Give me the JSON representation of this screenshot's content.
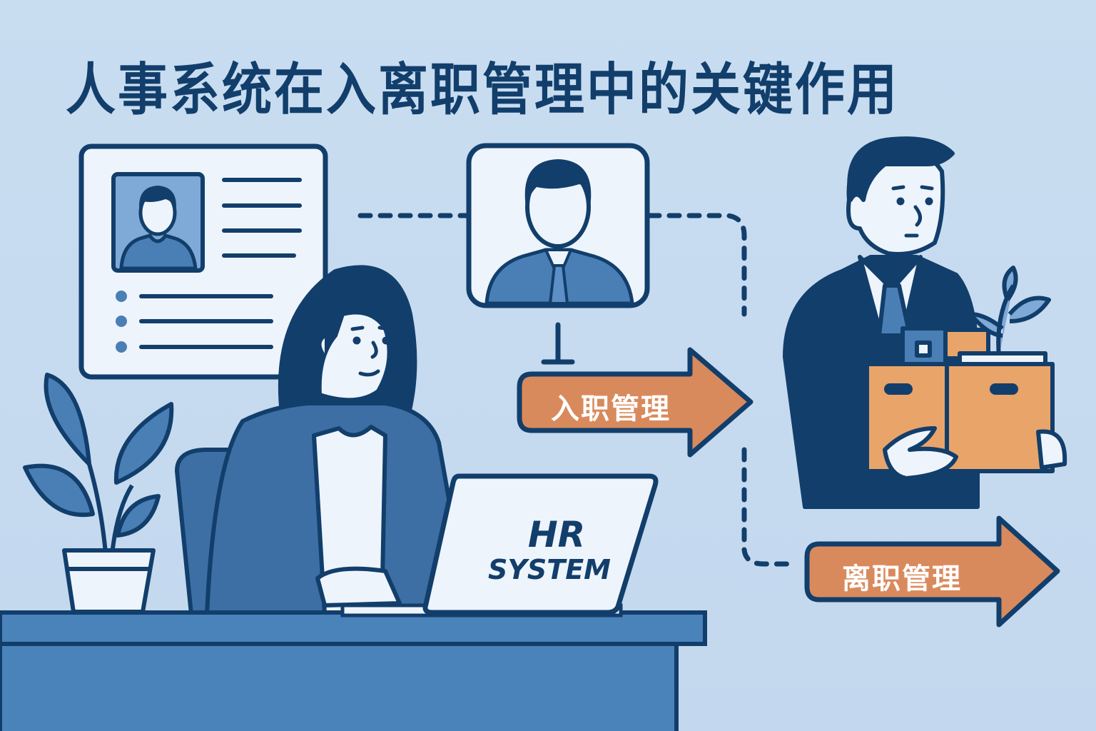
{
  "header": {
    "title": "人事系统在入离职管理中的关键作用"
  },
  "laptop": {
    "line1": "HR",
    "line2": "SYSTEM"
  },
  "flow": {
    "onboarding_label": "入职管理",
    "offboarding_label": "离职管理"
  },
  "icons": {
    "profile_card": "resume-card-icon",
    "employee_avatar": "employee-avatar-icon",
    "hr_worker": "hr-woman-illustration",
    "departing_employee": "man-with-box-illustration",
    "plant": "potted-plant-icon"
  },
  "colors": {
    "background": "#c6dbf0",
    "navy": "#123e6b",
    "mid_blue": "#4a7fb5",
    "light_blue": "#7fa9d6",
    "card_white": "#eef4fb",
    "orange": "#d98a5c",
    "box_orange": "#e9a46a"
  }
}
